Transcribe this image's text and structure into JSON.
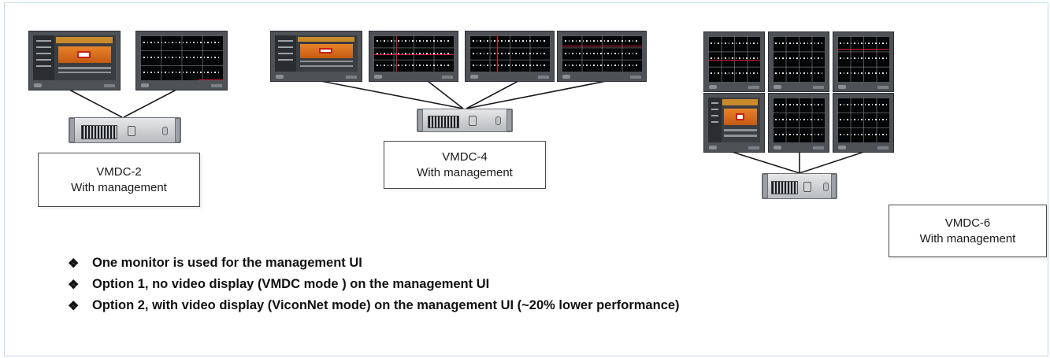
{
  "configs": [
    {
      "model": "VMDC-2",
      "subtitle": "With management"
    },
    {
      "model": "VMDC-4",
      "subtitle": "With management"
    },
    {
      "model": "VMDC-6",
      "subtitle": "With management"
    }
  ],
  "bullets": [
    {
      "marker": "❖",
      "text": "One monitor is used for the management UI"
    },
    {
      "marker": "❖",
      "text": "Option 1, no video display (VMDC mode ) on the management UI"
    },
    {
      "marker": "❖",
      "text": "Option 2, with video display (ViconNet mode) on the management UI (~20% lower performance)"
    }
  ],
  "colors": {
    "frame_border": "#c5dbe6",
    "box_border": "#4a4a4a",
    "wire": "#1a1a1a",
    "accent_orange": "#e8832a"
  }
}
